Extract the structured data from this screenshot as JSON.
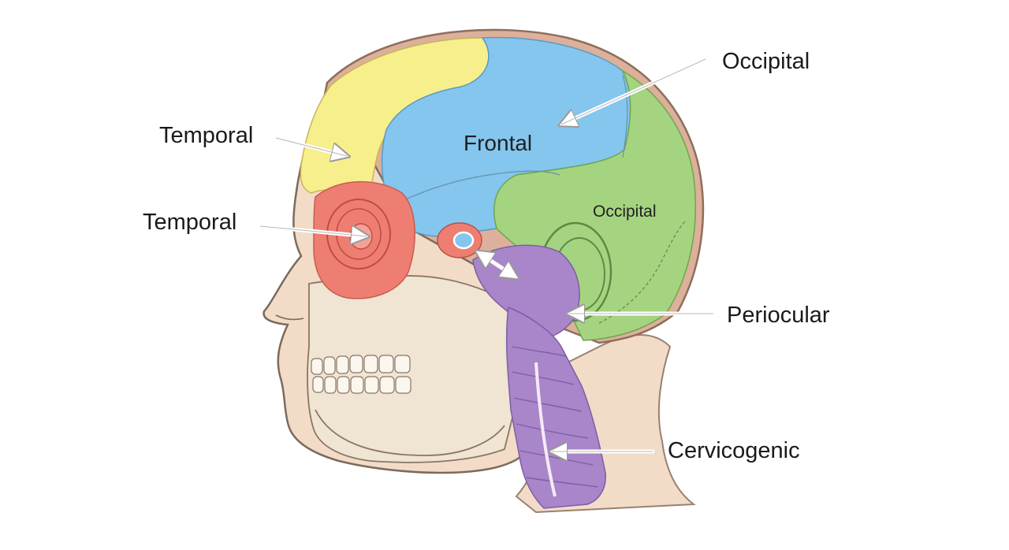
{
  "labels": {
    "callout_occipital": "Occipital",
    "callout_temporal_upper": "Temporal",
    "callout_temporal_lower": "Temporal",
    "callout_periocular": "Periocular",
    "callout_cervicogenic": "Cervicogenic",
    "region_frontal": "Frontal",
    "region_occipital": "Occipital"
  },
  "colors": {
    "yellow_region": "#f7ef8c",
    "blue_region": "#84c6ee",
    "green_region": "#a5d480",
    "red_region": "#ee7e72",
    "purple_region": "#a985c9",
    "skin": "#f2dcc8",
    "scalp_rim": "#dcb09a",
    "bone": "#f0e4d2",
    "outline": "#7d6a5c",
    "arrow": "#ffffff"
  }
}
